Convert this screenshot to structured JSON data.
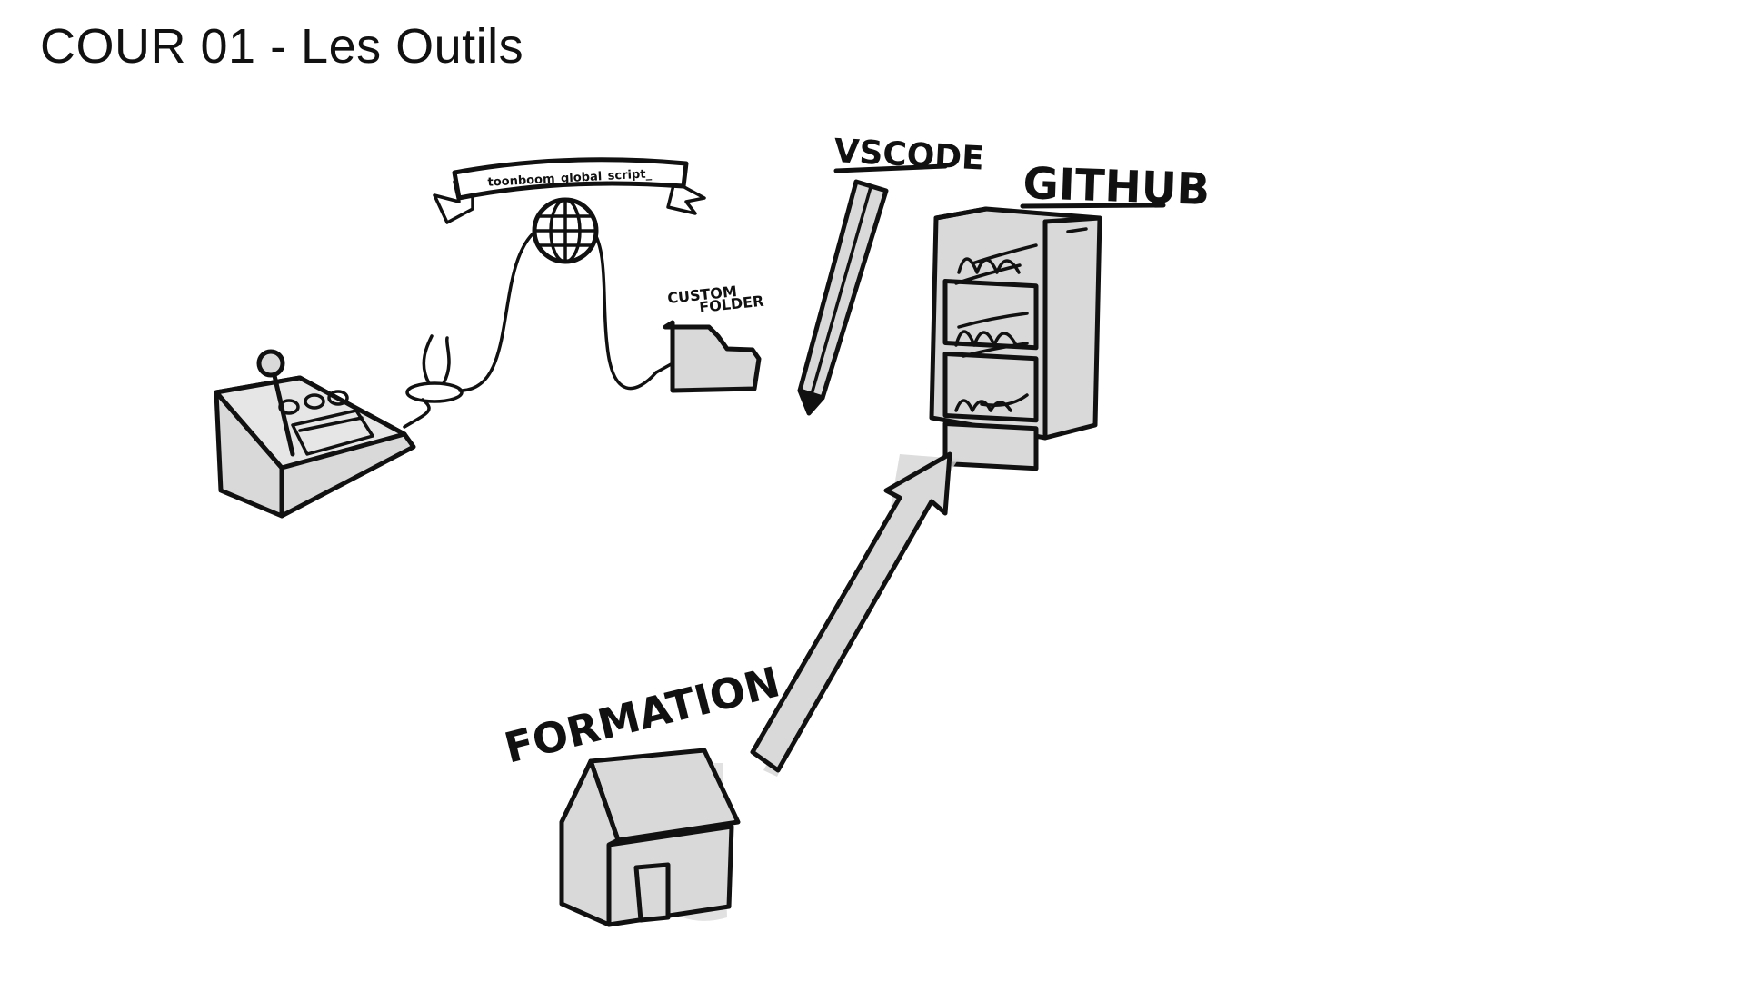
{
  "title": "COUR 01 - Les Outils",
  "labels": {
    "banner": "toonboom_global_script_",
    "custom_folder_line1": "CUSTOM",
    "custom_folder_line2": "FOLDER",
    "vscode": "VSCODE",
    "github": "GITHUB",
    "formation": "FORMATION"
  },
  "colors": {
    "ink": "#111111",
    "fill": "#d9d9d9",
    "shadow": "#d4d4d4",
    "background": "#ffffff"
  },
  "icons": {
    "console": "toonboom-console-icon",
    "globe": "globe-icon",
    "folder": "folder-icon",
    "pencil": "pencil-icon",
    "server": "server-cabinet-icon",
    "house": "house-icon",
    "arrow": "arrow-icon"
  }
}
